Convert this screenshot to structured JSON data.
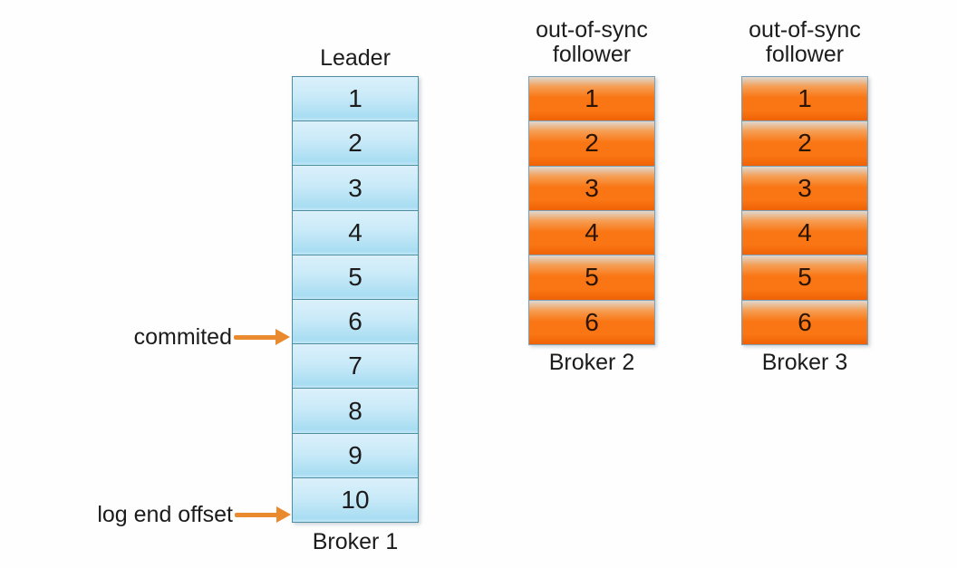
{
  "colors": {
    "background": "#fefefe",
    "text": "#1c1c1c",
    "leader_cell_top": "#dbf0fb",
    "leader_cell_bottom": "#a8ddf2",
    "leader_border": "#4f8da1",
    "follower_cell_top": "#ded8d0",
    "follower_cell_mid": "#fa7513",
    "follower_cell_bottom": "#ef6205",
    "follower_border": "#7ea0b4",
    "arrow": "#ea8a2e"
  },
  "leader": {
    "title": "Leader",
    "broker_label": "Broker 1",
    "entries": [
      1,
      2,
      3,
      4,
      5,
      6,
      7,
      8,
      9,
      10
    ]
  },
  "followers": [
    {
      "title": "out-of-sync\nfollower",
      "broker_label": "Broker 2",
      "entries": [
        1,
        2,
        3,
        4,
        5,
        6
      ]
    },
    {
      "title": "out-of-sync\nfollower",
      "broker_label": "Broker 3",
      "entries": [
        1,
        2,
        3,
        4,
        5,
        6
      ]
    }
  ],
  "annotations": {
    "committed_label": "commited",
    "log_end_offset_label": "log end offset"
  }
}
